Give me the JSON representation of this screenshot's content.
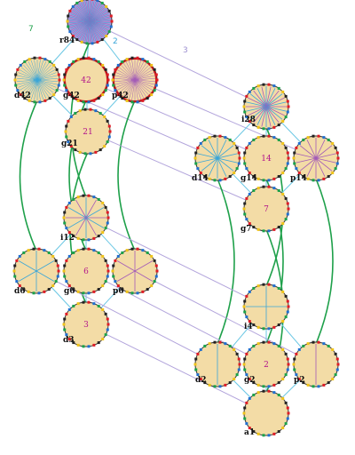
{
  "diagram": {
    "colors": {
      "background": "#ffffff",
      "node_fill": "#f3dca6",
      "node_stroke": "#333333",
      "spoke_blue": "#3aa6d8",
      "spoke_purple": "#a35bb8",
      "edge_green": "#1ea04a",
      "edge_cyan": "#6ac7e4",
      "edge_lavender": "#b3a5dc",
      "number_magenta": "#b0128a",
      "rim_palette": [
        "#e01b24",
        "#1f6fd1",
        "#18a34a",
        "#f0c419",
        "#222222"
      ]
    },
    "edge_labels": {
      "green": "7",
      "cyan": "2",
      "lavender": "3"
    },
    "nodes": [
      {
        "id": "r84",
        "label": "r84",
        "spokes": 84,
        "spoke_style": "mixed",
        "fill": "#a898d8",
        "red_rim": false
      },
      {
        "id": "d42",
        "label": "d42",
        "spokes": 42,
        "spoke_style": "blue",
        "fill": "#f3dca6",
        "red_rim": false
      },
      {
        "id": "g42",
        "label": "g42",
        "number": "42",
        "spokes": 0,
        "spoke_style": "none",
        "fill": "#f3dca6",
        "red_rim": true
      },
      {
        "id": "p42",
        "label": "p42",
        "spokes": 42,
        "spoke_style": "purple",
        "fill": "#f3dca6",
        "red_rim": true
      },
      {
        "id": "g21",
        "label": "g21",
        "number": "21",
        "spokes": 0,
        "spoke_style": "none",
        "fill": "#f3dca6",
        "red_rim": false
      },
      {
        "id": "i28",
        "label": "i28",
        "spokes": 28,
        "spoke_style": "mixed",
        "fill": "#f3dca6",
        "red_rim": false
      },
      {
        "id": "d14",
        "label": "d14",
        "spokes": 14,
        "spoke_style": "blue",
        "fill": "#f3dca6",
        "red_rim": false
      },
      {
        "id": "g14",
        "label": "g14",
        "number": "14",
        "spokes": 0,
        "spoke_style": "none",
        "fill": "#f3dca6",
        "red_rim": false
      },
      {
        "id": "p14",
        "label": "p14",
        "spokes": 14,
        "spoke_style": "purple",
        "fill": "#f3dca6",
        "red_rim": false
      },
      {
        "id": "g7",
        "label": "g7",
        "number": "7",
        "spokes": 0,
        "spoke_style": "none",
        "fill": "#f3dca6",
        "red_rim": false
      },
      {
        "id": "i12",
        "label": "i12",
        "spokes": 12,
        "spoke_style": "mixed",
        "fill": "#f3dca6",
        "red_rim": false
      },
      {
        "id": "d6",
        "label": "d6",
        "spokes": 6,
        "spoke_style": "blue",
        "fill": "#f3dca6",
        "red_rim": false
      },
      {
        "id": "g6",
        "label": "g6",
        "number": "6",
        "spokes": 0,
        "spoke_style": "none",
        "fill": "#f3dca6",
        "red_rim": false
      },
      {
        "id": "p6",
        "label": "p6",
        "spokes": 6,
        "spoke_style": "purple",
        "fill": "#f3dca6",
        "red_rim": false
      },
      {
        "id": "d3",
        "label": "d3",
        "number": "3",
        "spokes": 0,
        "spoke_style": "none",
        "fill": "#f3dca6",
        "red_rim": false
      },
      {
        "id": "i4",
        "label": "i4",
        "spokes": 4,
        "spoke_style": "blue",
        "fill": "#f3dca6",
        "red_rim": false
      },
      {
        "id": "d2",
        "label": "d2",
        "spokes": 2,
        "spoke_style": "blue",
        "fill": "#f3dca6",
        "red_rim": false
      },
      {
        "id": "g2",
        "label": "g2",
        "number": "2",
        "spokes": 0,
        "spoke_style": "none",
        "fill": "#f3dca6",
        "red_rim": false
      },
      {
        "id": "p2",
        "label": "p2",
        "spokes": 2,
        "spoke_style": "purple",
        "fill": "#f3dca6",
        "red_rim": false
      },
      {
        "id": "a1",
        "label": "a1",
        "spokes": 0,
        "spoke_style": "none",
        "fill": "#f3dca6",
        "red_rim": false
      }
    ],
    "edges": [
      {
        "from": "r84",
        "to": "d42",
        "kind": "cyan"
      },
      {
        "from": "r84",
        "to": "g42",
        "kind": "cyan"
      },
      {
        "from": "r84",
        "to": "p42",
        "kind": "cyan"
      },
      {
        "from": "r84",
        "to": "i28",
        "kind": "lavender"
      },
      {
        "from": "r84",
        "to": "i12",
        "kind": "green"
      },
      {
        "from": "d42",
        "to": "g21",
        "kind": "cyan"
      },
      {
        "from": "g42",
        "to": "g21",
        "kind": "cyan"
      },
      {
        "from": "p42",
        "to": "g21",
        "kind": "cyan"
      },
      {
        "from": "d42",
        "to": "d14",
        "kind": "lavender"
      },
      {
        "from": "g42",
        "to": "g14",
        "kind": "lavender"
      },
      {
        "from": "p42",
        "to": "p14",
        "kind": "lavender"
      },
      {
        "from": "d42",
        "to": "d6",
        "kind": "green"
      },
      {
        "from": "g42",
        "to": "g6",
        "kind": "green"
      },
      {
        "from": "p42",
        "to": "p6",
        "kind": "green"
      },
      {
        "from": "i28",
        "to": "d14",
        "kind": "cyan"
      },
      {
        "from": "i28",
        "to": "g14",
        "kind": "cyan"
      },
      {
        "from": "i28",
        "to": "p14",
        "kind": "cyan"
      },
      {
        "from": "i28",
        "to": "i4",
        "kind": "green"
      },
      {
        "from": "g21",
        "to": "g7",
        "kind": "lavender"
      },
      {
        "from": "g21",
        "to": "d3",
        "kind": "green"
      },
      {
        "from": "d14",
        "to": "g7",
        "kind": "cyan"
      },
      {
        "from": "g14",
        "to": "g7",
        "kind": "cyan"
      },
      {
        "from": "p14",
        "to": "g7",
        "kind": "cyan"
      },
      {
        "from": "d14",
        "to": "d2",
        "kind": "green"
      },
      {
        "from": "g14",
        "to": "g2",
        "kind": "green"
      },
      {
        "from": "p14",
        "to": "p2",
        "kind": "green"
      },
      {
        "from": "g7",
        "to": "a1",
        "kind": "green"
      },
      {
        "from": "i12",
        "to": "d6",
        "kind": "cyan"
      },
      {
        "from": "i12",
        "to": "g6",
        "kind": "cyan"
      },
      {
        "from": "i12",
        "to": "p6",
        "kind": "cyan"
      },
      {
        "from": "i12",
        "to": "i4",
        "kind": "lavender"
      },
      {
        "from": "d6",
        "to": "d3",
        "kind": "cyan"
      },
      {
        "from": "g6",
        "to": "d3",
        "kind": "cyan"
      },
      {
        "from": "p6",
        "to": "d3",
        "kind": "cyan"
      },
      {
        "from": "d6",
        "to": "d2",
        "kind": "lavender"
      },
      {
        "from": "g6",
        "to": "g2",
        "kind": "lavender"
      },
      {
        "from": "p6",
        "to": "p2",
        "kind": "lavender"
      },
      {
        "from": "d3",
        "to": "a1",
        "kind": "lavender"
      },
      {
        "from": "i4",
        "to": "d2",
        "kind": "cyan"
      },
      {
        "from": "i4",
        "to": "g2",
        "kind": "cyan"
      },
      {
        "from": "i4",
        "to": "p2",
        "kind": "cyan"
      },
      {
        "from": "d2",
        "to": "a1",
        "kind": "cyan"
      },
      {
        "from": "g2",
        "to": "a1",
        "kind": "cyan"
      },
      {
        "from": "p2",
        "to": "a1",
        "kind": "cyan"
      }
    ]
  }
}
